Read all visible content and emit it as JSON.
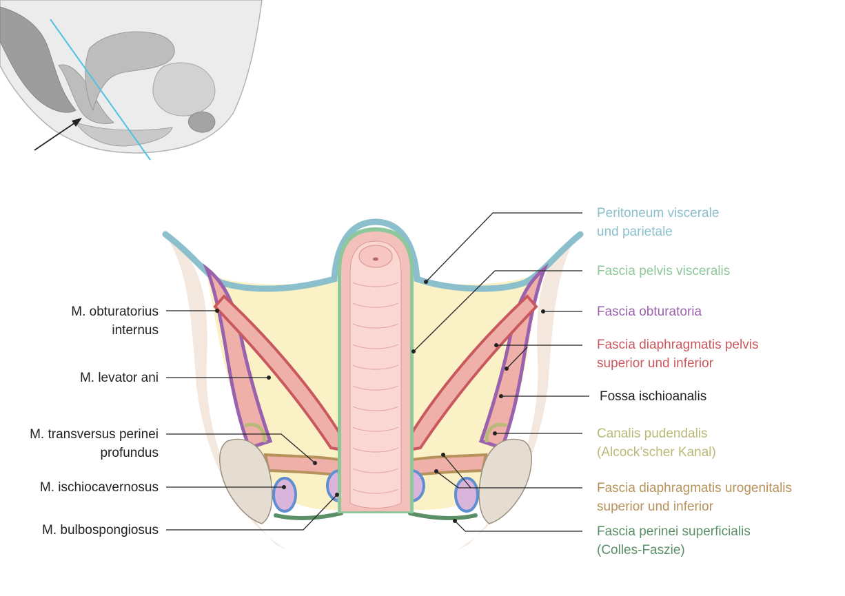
{
  "colors": {
    "peritoneum": "#8bbfcc",
    "fascia_visceralis": "#8ec79a",
    "fascia_obturatoria": "#9a62ad",
    "fascia_diaphragmatis_pelvis": "#c9585e",
    "canalis_pudendalis": "#b9b978",
    "fascia_urogenitalis": "#b7935b",
    "fascia_perinei": "#5b8f66",
    "text_dark": "#222222",
    "fat": "#fbf1c6",
    "muscle": "#efb0aa",
    "bone": "#e5ddd2"
  },
  "labels_left": [
    {
      "id": "obturatorius",
      "lines": [
        "M. obturatorius",
        "internus"
      ]
    },
    {
      "id": "levator",
      "lines": [
        "M. levator ani"
      ]
    },
    {
      "id": "transversus",
      "lines": [
        "M. transversus perinei",
        "profundus"
      ]
    },
    {
      "id": "ischiocavernosus",
      "lines": [
        "M. ischiocavernosus"
      ]
    },
    {
      "id": "bulbospongiosus",
      "lines": [
        "M. bulbospongiosus"
      ]
    }
  ],
  "labels_right": [
    {
      "id": "peritoneum",
      "lines": [
        "Peritoneum viscerale",
        "und parietale"
      ],
      "color": "#8bbfcc"
    },
    {
      "id": "fascia-pelvis-visceralis",
      "lines": [
        "Fascia pelvis visceralis"
      ],
      "color": "#8ec79a"
    },
    {
      "id": "fascia-obturatoria",
      "lines": [
        "Fascia obturatoria"
      ],
      "color": "#9a62ad"
    },
    {
      "id": "fascia-diaphragmatis-pelvis",
      "lines": [
        "Fascia diaphragmatis pelvis",
        "superior und inferior"
      ],
      "color": "#c9585e"
    },
    {
      "id": "fossa-ischioanalis",
      "lines": [
        "Fossa ischioanalis"
      ],
      "color": "#222222"
    },
    {
      "id": "canalis-pudendalis",
      "lines": [
        "Canalis pudendalis",
        "(Alcock’scher Kanal)"
      ],
      "color": "#b9b978"
    },
    {
      "id": "fascia-diaphragmatis-urogenitalis",
      "lines": [
        "Fascia diaphragmatis urogenitalis",
        "superior und inferior"
      ],
      "color": "#b7935b"
    },
    {
      "id": "fascia-perinei-superficialis",
      "lines": [
        "Fascia perinei superficialis",
        "(Colles-Faszie)"
      ],
      "color": "#5b8f66"
    }
  ]
}
